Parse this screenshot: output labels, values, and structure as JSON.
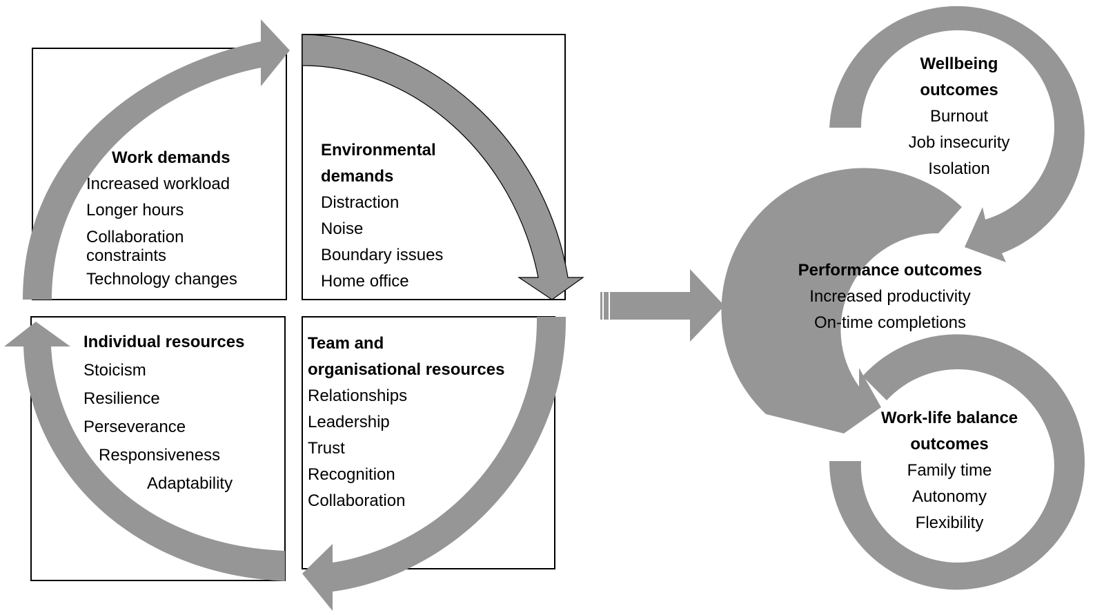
{
  "colors": {
    "arrow_fill": "#969696",
    "box_stroke": "#000000",
    "text": "#000000",
    "background": "#ffffff"
  },
  "cycle": {
    "work_demands": {
      "title": "Work demands",
      "items": [
        "Increased workload",
        "Longer hours",
        "Collaboration",
        "constraints",
        "Technology changes"
      ]
    },
    "environmental_demands": {
      "title_line1": "Environmental",
      "title_line2": "demands",
      "items": [
        "Distraction",
        "Noise",
        "Boundary issues",
        "Home office"
      ]
    },
    "individual_resources": {
      "title": "Individual resources",
      "items": [
        "Stoicism",
        "Resilience",
        "Perseverance",
        "Responsiveness",
        "Adaptability"
      ]
    },
    "team_resources": {
      "title_line1": "Team and",
      "title_line2": "organisational resources",
      "items": [
        "Relationships",
        "Leadership",
        "Trust",
        "Recognition",
        "Collaboration"
      ]
    }
  },
  "connector": {
    "icon": "right-arrow-icon"
  },
  "outcomes": {
    "wellbeing": {
      "title_line1": "Wellbeing",
      "title_line2": "outcomes",
      "items": [
        "Burnout",
        "Job insecurity",
        "Isolation"
      ]
    },
    "performance": {
      "title": "Performance outcomes",
      "items": [
        "Increased productivity",
        "On-time completions"
      ]
    },
    "work_life_balance": {
      "title_line1": "Work-life balance",
      "title_line2": "outcomes",
      "items": [
        "Family time",
        "Autonomy",
        "Flexibility"
      ]
    }
  }
}
